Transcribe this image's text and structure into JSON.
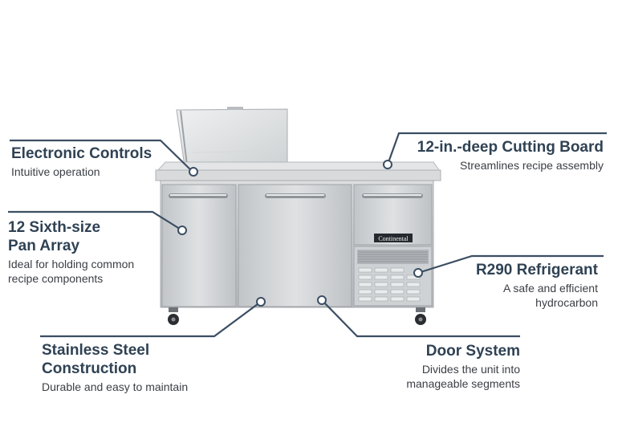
{
  "brand_logo": "Continental",
  "callouts": {
    "electronic_controls": {
      "title": "Electronic Controls",
      "desc": "Intuitive operation"
    },
    "cutting_board": {
      "title": "12-in.-deep Cutting Board",
      "desc": "Streamlines recipe assembly"
    },
    "pan_array": {
      "title": "12 Sixth-size\nPan Array",
      "desc": "Ideal for holding common\nrecipe components"
    },
    "refrigerant": {
      "title": "R290 Refrigerant",
      "desc": "A safe and efficient\nhydrocarbon"
    },
    "stainless_steel": {
      "title": "Stainless Steel\nConstruction",
      "desc": "Durable and easy to maintain"
    },
    "door_system": {
      "title": "Door System",
      "desc": "Divides the unit into\nmanageable segments"
    }
  },
  "colors": {
    "line": "#3b4e63",
    "title": "#2f4254",
    "steel": "#c9ccce"
  }
}
